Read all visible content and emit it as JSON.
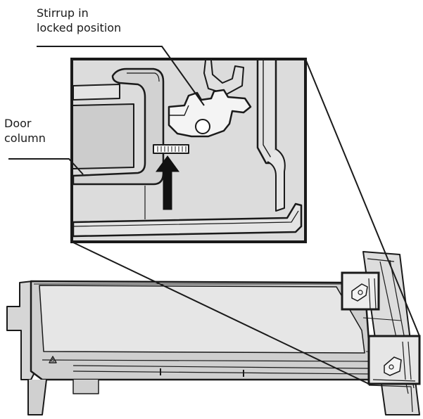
{
  "labels": {
    "stirrup_line1": "Stirrup in",
    "stirrup_line2": "locked position",
    "door_line1": "Door",
    "door_line2": "column"
  },
  "colors": {
    "ink": "#1a1a1a",
    "panel_fill": "#dcdcdc",
    "panel_light": "#ececec",
    "part_fill": "#c8c8c8",
    "stirrup_fill": "#f4f4f4",
    "arrow": "#111111"
  },
  "icons": {
    "arrow": "up-arrow-icon",
    "warning": "warning-triangle-icon"
  }
}
